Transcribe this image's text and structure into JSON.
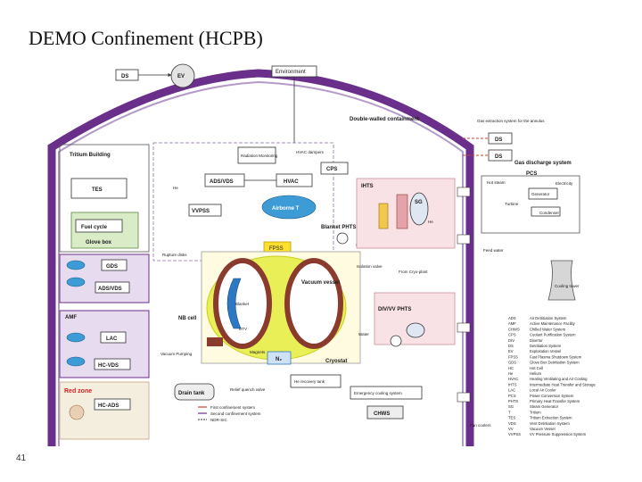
{
  "slide": {
    "title": "DEMO Confinement (HCPB)",
    "page_number": "41"
  },
  "diagram": {
    "top": {
      "ds": "DS",
      "ev": "EV",
      "environment": "Environment",
      "double_walled": "Double-walled containment",
      "hvac_dampers": "HVAC dampers",
      "gas_extraction": "Gas extraction system for the annulus",
      "gas_discharge": "Gas discharge system",
      "ds_right_1": "DS",
      "ds_right_2": "DS"
    },
    "tritium": {
      "building": "Tritium Building",
      "tes": "TES",
      "fuel_cycle": "Fuel cycle",
      "glove_box": "Glove box",
      "gds": "GDS",
      "ads_vds": "ADS/VDS",
      "he": "He"
    },
    "hvac_zone": {
      "ads_vds": "ADS/VDS",
      "hvac": "HVAC",
      "radiation_monitoring": "Radiation Monitoring",
      "cps": "CPS",
      "vvpss": "VVPSS",
      "airborne_t": "Airborne T",
      "blanket_phts": "Blanket PHTS",
      "rupture_disks": "Rupture disks",
      "fpss": "FPSS"
    },
    "amf": {
      "title": "AMF",
      "lac": "LAC",
      "hc_vds": "HC-VDS",
      "red_zone": "Red zone",
      "hc_ads": "HC-ADS"
    },
    "vessel": {
      "vacuum_vessel": "Vacuum vessel",
      "cryostat": "Cryostat",
      "nb_cell": "NB cell",
      "magnets": "Magnets",
      "n2": "N₂",
      "vacuum_pumping": "Vacuum Pumping",
      "isolation_valve": "Isolation valve",
      "from_cryoplant": "From Cryo-plant",
      "blanket": "Blanket",
      "dtv": "DTV",
      "he": "He"
    },
    "bottom": {
      "drain_tank": "Drain tank",
      "relief_quench": "Relief quench valve",
      "he_recovery": "He recovery tank",
      "emergency_cooling": "Emergency cooling system",
      "chws": "CHWS",
      "fan_coolers": "Fan coolers"
    },
    "legend": {
      "first": "First confinement system",
      "second": "Second confinement system",
      "ndr_sic": "NDR-SIC"
    },
    "pcs": {
      "ihts": "IHTS",
      "sg": "SG",
      "pcs": "PCS",
      "hot_steam": "Hot steam",
      "generator": "Generator",
      "electricity": "Electricity",
      "turbine": "Turbine",
      "condenser": "Condenser",
      "feed_water": "Feed water",
      "cooling_tower": "Cooling tower",
      "div_vv_phts": "DIV/VV PHTS",
      "water": "Water",
      "he_pcs": "He"
    },
    "abbreviations": [
      [
        "ADS",
        "Air Detritiation System"
      ],
      [
        "AMF",
        "Active Maintenance Facility"
      ],
      [
        "CHWS",
        "Chilled Water System"
      ],
      [
        "CPS",
        "Coolant Purification System"
      ],
      [
        "DIV",
        "Divertor"
      ],
      [
        "DS",
        "Detritiation System"
      ],
      [
        "EV",
        "Exploitation Vessel"
      ],
      [
        "FPSS",
        "Fast Plasma Shutdown System"
      ],
      [
        "GDS",
        "Glove Box Detritiation System"
      ],
      [
        "HC",
        "Hot Cell"
      ],
      [
        "He",
        "Helium"
      ],
      [
        "HVAC",
        "Heating Ventilating and Air Cooling"
      ],
      [
        "IHTS",
        "Intermediate Heat Transfer and Storage"
      ],
      [
        "LAC",
        "Local Air Cooler"
      ],
      [
        "PCS",
        "Power Conversion System"
      ],
      [
        "PHTS",
        "Primary Heat Transfer System"
      ],
      [
        "SG",
        "Steam Generator"
      ],
      [
        "T",
        "Tritium"
      ],
      [
        "TES",
        "Tritium Extraction System"
      ],
      [
        "VDS",
        "Vent Detritiation System"
      ],
      [
        "VV",
        "Vacuum Vessel"
      ],
      [
        "VVPSS",
        "VV Pressure Suppression System"
      ]
    ]
  }
}
